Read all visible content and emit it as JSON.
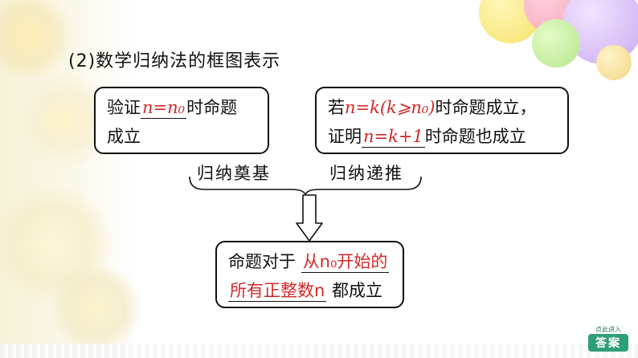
{
  "title": "(2)数学归纳法的框图表示",
  "box_left": {
    "prefix": "验证",
    "answer": "n=n₀",
    "suffix": "时命题",
    "line2": "成立"
  },
  "box_right": {
    "line1_prefix": "若",
    "line1_math": "n=k(k⩾n₀)",
    "line1_suffix": "时命题成立，",
    "line2_prefix": "证明",
    "line2_answer": "n=k+1",
    "line2_suffix": "时命题也成立"
  },
  "labels": {
    "base": "归纳奠基",
    "step": "归纳递推"
  },
  "box_bottom": {
    "prefix": "命题对于",
    "answer1": "从n₀开始的",
    "answer2": "所有正整数n",
    "suffix": "都成立"
  },
  "answer_button": {
    "small": "点此进入",
    "label": "答案"
  }
}
